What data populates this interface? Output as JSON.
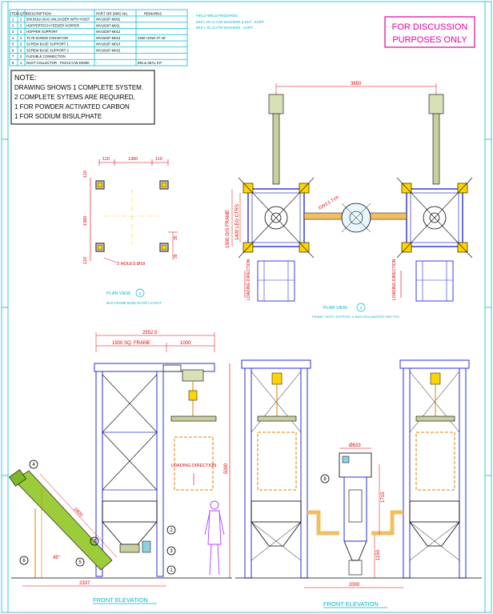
{
  "bom": {
    "headers": [
      "ITEM QTY",
      "DESCRIPTION",
      "PART OR DWG No.",
      "REMARKS"
    ],
    "rows": [
      {
        "item": "1",
        "qty": "2",
        "desc": "500 BULK BAG UNLOADER WITH HOIST",
        "part": "WV18267-M002",
        "remark": ""
      },
      {
        "item": "2",
        "qty": "2",
        "desc": "HOPPERTECH FEEDER HOPPER",
        "part": "WV18267-M011",
        "remark": ""
      },
      {
        "item": "3",
        "qty": "2",
        "desc": "HOPPER SUPPORT",
        "part": "WV18267-M012",
        "remark": ""
      },
      {
        "item": "4",
        "qty": "2",
        "desc": "TC76 SCREW CONVEYOR",
        "part": "WV18267-M013",
        "remark": "2400 LONG AT 45°"
      },
      {
        "item": "5",
        "qty": "2",
        "desc": "SCREW BASE SUPPORT 1",
        "part": "WV18267-M014",
        "remark": ""
      },
      {
        "item": "6",
        "qty": "2",
        "desc": "SCREW BASE SUPPORT 2",
        "part": "WV18267-M015",
        "remark": ""
      },
      {
        "item": "7",
        "qty": "2",
        "desc": "FLEXIBLE CONNECTION",
        "part": "",
        "remark": ""
      },
      {
        "item": "8",
        "qty": "1",
        "desc": "DUST COLLECTOR - FS2/13 C/W DK600",
        "part": "-",
        "remark": "BIN & SEAL KIT"
      }
    ]
  },
  "weights_note": {
    "title": "FIELD WELD REQUIRED",
    "lines": [
      "M10 x 20 LG C/W WASHERS & NUT - 510FF",
      "M10 x 20 LG C/W WASHERS - 310FF"
    ]
  },
  "stamp": {
    "line1": "FOR DISCUSSION",
    "line2": "PURPOSES ONLY"
  },
  "note": {
    "title": "NOTE:",
    "lines": [
      "DRAWING SHOWS 1 COMPLETE SYSTEM.",
      "2 COMPLETE SYTEMS ARE REQUIRED,",
      "1 FOR POWDER ACTIVATED CARBON",
      "1 FOR SODIUM BISULPHATE"
    ]
  },
  "plan_small": {
    "dim_110_left": "110",
    "dim_1360": "1360",
    "dim_110_right": "110",
    "dim_110_top": "110",
    "dim_1360_v": "1360",
    "dim_110_bottom": "110",
    "dim_35a": "35",
    "dim_35b": "35",
    "holes": "3 HOLES Ø18",
    "title": "PLAN VIEW",
    "subtitle": "BAG FRAME BASE PLATE LAYOUT",
    "ref": "2"
  },
  "plan_view": {
    "dim_3650": "3650",
    "dim_frame": "1500 O/S FRAME",
    "dim_ctrs": "1400 LEG CTRS",
    "dim_typ": "2293.5 TYP",
    "load_left": "LOADING DIRECTION",
    "load_right": "LOADING DIRECTION",
    "title": "PLAN VIEW",
    "subtitle": "FRAME, HOIST SUPPORT & BAG DISCHARGER OMITTED",
    "ref": "2"
  },
  "front_left": {
    "dim_2552": "2552.5",
    "dim_frame": "1500 SQ. FRAME",
    "dim_1000": "1000",
    "dim_2400": "2400",
    "dim_45": "45°",
    "dim_2337": "2337",
    "loading": "LOADING DIRECTION",
    "title": "FRONT ELEVATION",
    "c1": "1",
    "c2": "2",
    "c3": "3",
    "c4": "4",
    "c5": "5",
    "c6": "6",
    "c7": "7"
  },
  "front_right": {
    "dim_5000": "5000",
    "dim_633": "Ø633",
    "dim_1715": "1715",
    "dim_1150": "1150",
    "dim_2000": "2000",
    "c8": "8",
    "title": "FRONT ELEVATION"
  },
  "colors": {
    "frame": "#2b2fd6",
    "dims": "#e00000",
    "center": "#ffd400",
    "hoist": "#c8d0a0",
    "conveyor": "#9ccc3a",
    "pipe": "#f0c060",
    "person": "#b040ff"
  }
}
